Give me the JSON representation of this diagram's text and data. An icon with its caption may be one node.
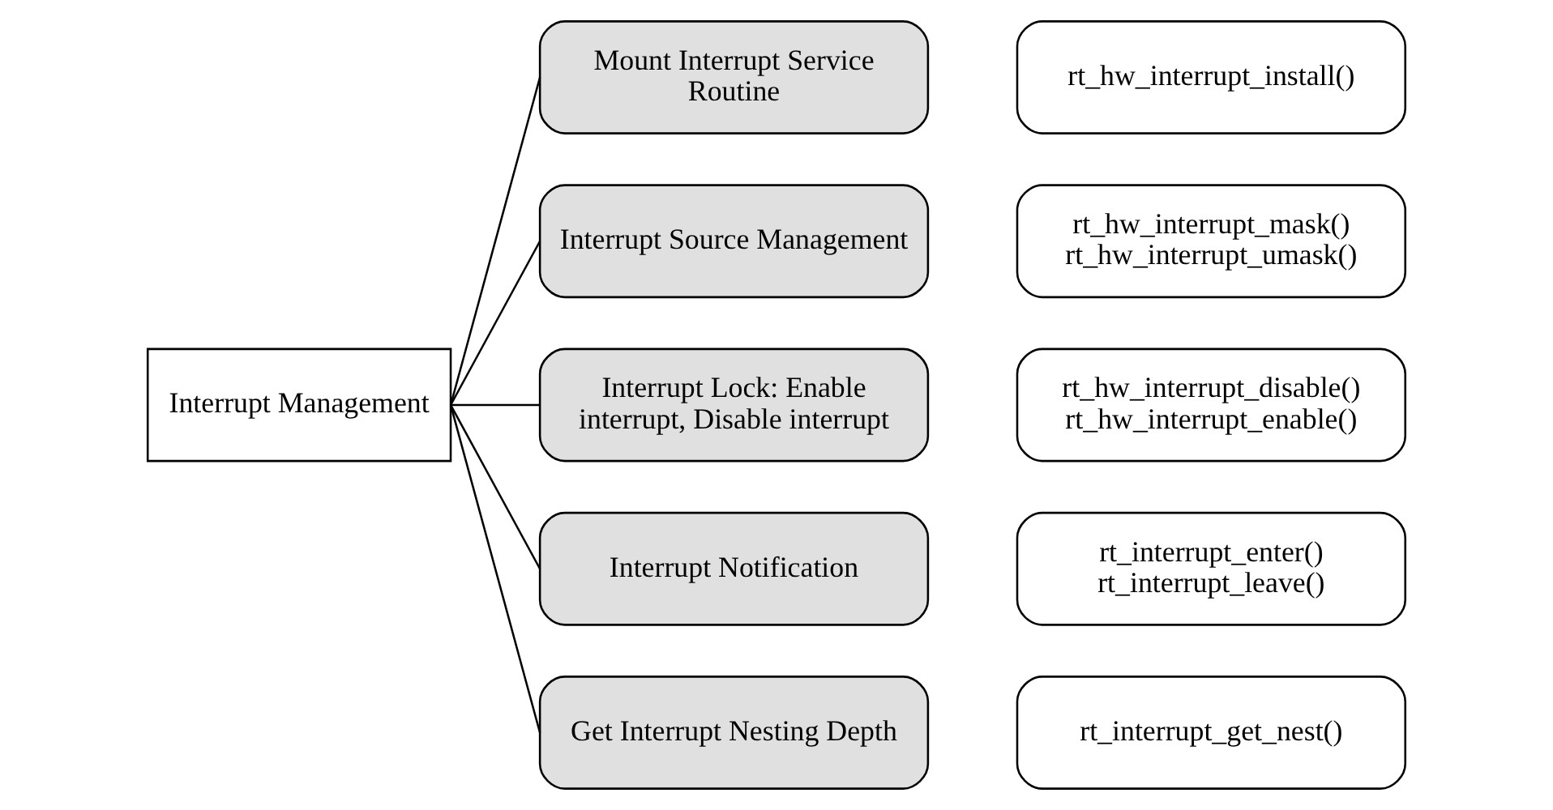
{
  "diagram": {
    "nodes": [
      {
        "text": [
          "Interrupt Management"
        ]
      },
      {
        "text": [
          "Mount Interrupt Service Routine"
        ]
      },
      {
        "text": [
          "rt_hw_interrupt_install()"
        ]
      },
      {
        "text": [
          "Interrupt Source Management"
        ]
      },
      {
        "text": [
          "rt_hw_interrupt_mask()",
          "rt_hw_interrupt_umask()"
        ]
      },
      {
        "text": [
          "Interrupt Lock: Enable interrupt, Disable interrupt"
        ]
      },
      {
        "text": [
          "rt_hw_interrupt_disable()",
          "rt_hw_interrupt_enable()"
        ]
      },
      {
        "text": [
          "Interrupt Notification"
        ]
      },
      {
        "text": [
          "rt_interrupt_enter()",
          "rt_interrupt_leave()"
        ]
      },
      {
        "text": [
          "Get Interrupt Nesting Depth"
        ]
      },
      {
        "text": [
          "rt_interrupt_get_nest()"
        ]
      }
    ],
    "edges": [
      {
        "from": 0,
        "to": 1,
        "arrow": "none"
      },
      {
        "from": 0,
        "to": 3,
        "arrow": "none"
      },
      {
        "from": 0,
        "to": 5,
        "arrow": "none"
      },
      {
        "from": 0,
        "to": 7,
        "arrow": "none"
      },
      {
        "from": 0,
        "to": 9,
        "arrow": "none"
      }
    ]
  }
}
